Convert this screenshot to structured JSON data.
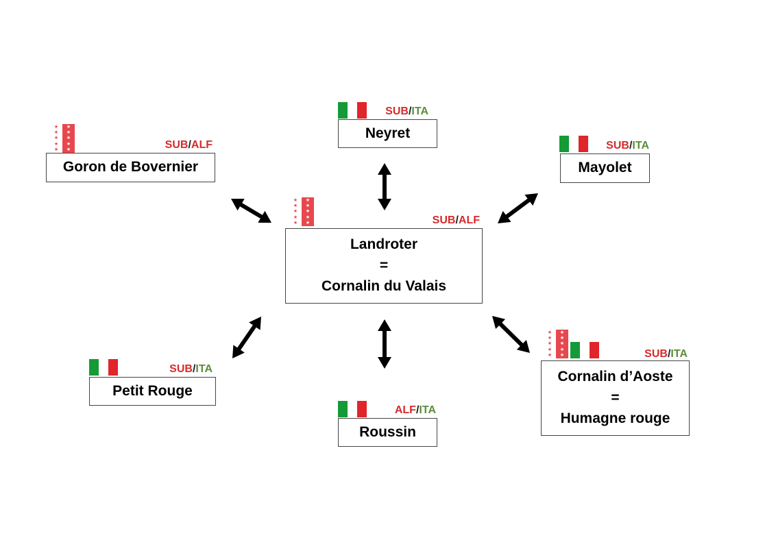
{
  "colors": {
    "red": "#d52b2b",
    "green": "#5b8c3a",
    "flag_green": "#159a38",
    "flag_red": "#e0252b",
    "valais_red": "#e8474e",
    "separator": "#222222",
    "border": "#444444",
    "arrow": "#000000"
  },
  "icons": {
    "italian_flag": "italy-flag-icon",
    "valais_flag": "valais-flag-icon",
    "arrow": "double-headed-arrow"
  },
  "center": {
    "lines": [
      "Landroter",
      "=",
      "Cornalin du Valais"
    ],
    "tag": {
      "left": "SUB",
      "sep": "/",
      "right": "ALF"
    },
    "flags": [
      "valais"
    ]
  },
  "nodes": [
    {
      "id": "goron",
      "lines": [
        "Goron de Bovernier"
      ],
      "tag": {
        "left": "SUB",
        "sep": "/",
        "right": "ALF"
      },
      "flags": [
        "valais"
      ]
    },
    {
      "id": "neyret",
      "lines": [
        "Neyret"
      ],
      "tag": {
        "left": "SUB",
        "sep": "/",
        "right": "ITA"
      },
      "flags": [
        "italy"
      ]
    },
    {
      "id": "mayolet",
      "lines": [
        "Mayolet"
      ],
      "tag": {
        "left": "SUB",
        "sep": "/",
        "right": "ITA"
      },
      "flags": [
        "italy"
      ]
    },
    {
      "id": "petit-rouge",
      "lines": [
        "Petit Rouge"
      ],
      "tag": {
        "left": "SUB",
        "sep": "/",
        "right": "ITA"
      },
      "flags": [
        "italy"
      ]
    },
    {
      "id": "roussin",
      "lines": [
        "Roussin"
      ],
      "tag": {
        "left": "ALF",
        "sep": "/",
        "right": "ITA"
      },
      "flags": [
        "italy"
      ]
    },
    {
      "id": "cornalin-aoste",
      "lines": [
        "Cornalin d’Aoste",
        "=",
        "Humagne rouge"
      ],
      "tag": {
        "left": "SUB",
        "sep": "/",
        "right": "ITA"
      },
      "flags": [
        "valais",
        "italy"
      ]
    }
  ],
  "edges": [
    {
      "from": "center",
      "to": "goron",
      "bidirectional": true
    },
    {
      "from": "center",
      "to": "neyret",
      "bidirectional": true
    },
    {
      "from": "center",
      "to": "mayolet",
      "bidirectional": true
    },
    {
      "from": "center",
      "to": "petit-rouge",
      "bidirectional": true
    },
    {
      "from": "center",
      "to": "roussin",
      "bidirectional": true
    },
    {
      "from": "center",
      "to": "cornalin-aoste",
      "bidirectional": true
    }
  ]
}
